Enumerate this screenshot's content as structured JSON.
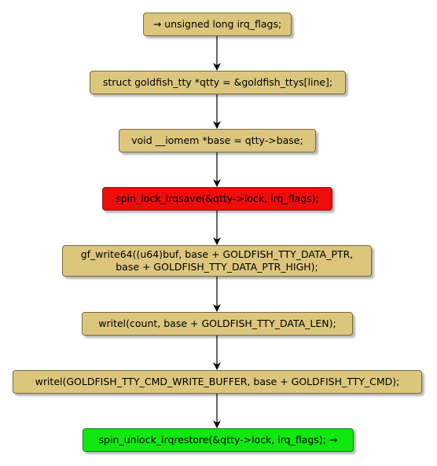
{
  "diagram": {
    "nodes": [
      {
        "id": "n1",
        "lines": [
          "→ unsigned long irq_flags;"
        ],
        "fill": "#dcc67e"
      },
      {
        "id": "n2",
        "lines": [
          "struct goldfish_tty *qtty = &goldfish_ttys[line];"
        ],
        "fill": "#dcc67e"
      },
      {
        "id": "n3",
        "lines": [
          "void __iomem *base = qtty->base;"
        ],
        "fill": "#dcc67e"
      },
      {
        "id": "n4",
        "lines": [
          "spin_lock_irqsave(&qtty->lock, irq_flags);"
        ],
        "fill": "#ef0c0c"
      },
      {
        "id": "n5",
        "lines": [
          "gf_write64((u64)buf, base + GOLDFISH_TTY_DATA_PTR,",
          "base + GOLDFISH_TTY_DATA_PTR_HIGH);"
        ],
        "fill": "#dcc67e"
      },
      {
        "id": "n6",
        "lines": [
          "writel(count, base + GOLDFISH_TTY_DATA_LEN);"
        ],
        "fill": "#dcc67e"
      },
      {
        "id": "n7",
        "lines": [
          "writel(GOLDFISH_TTY_CMD_WRITE_BUFFER, base + GOLDFISH_TTY_CMD);"
        ],
        "fill": "#dcc67e"
      },
      {
        "id": "n8",
        "lines": [
          "spin_unlock_irqrestore(&qtty->lock, irq_flags); →"
        ],
        "fill": "#10e810"
      }
    ],
    "edges": [
      {
        "from": "n1",
        "to": "n2"
      },
      {
        "from": "n2",
        "to": "n3"
      },
      {
        "from": "n3",
        "to": "n4"
      },
      {
        "from": "n4",
        "to": "n5"
      },
      {
        "from": "n5",
        "to": "n6"
      },
      {
        "from": "n6",
        "to": "n7"
      },
      {
        "from": "n7",
        "to": "n8"
      }
    ],
    "colors": {
      "edge": "#000000",
      "node_default": "#dcc67e",
      "node_lock": "#ef0c0c",
      "node_unlock": "#10e810"
    }
  }
}
